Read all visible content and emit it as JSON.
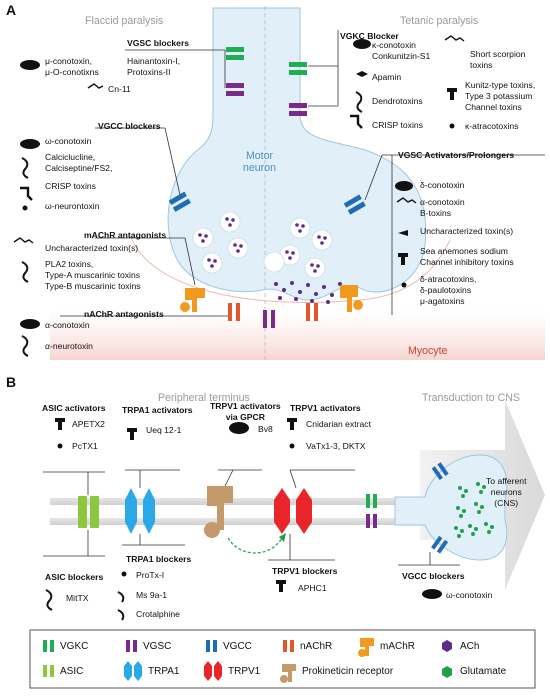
{
  "panel_a": {
    "letter": "A",
    "left_title": "Flaccid paralysis",
    "right_title": "Tetanic paralysis",
    "neuron_label": "Motor\nneuron",
    "myocyte_label": "Myocyte",
    "vgsc_blockers": {
      "title": "VGSC blockers",
      "toxins_left": "μ-conotoxin,\nμ-O-conotixns",
      "toxins_right": "Hainantoxin-I,\nProtoxins-II",
      "scorpion": "Cn-11"
    },
    "vgcc_blockers": {
      "title": "VGCC blockers",
      "items": [
        "ω-conotoxin",
        "Calciclucline,\nCalciseptine/FS2,",
        "CRISP toxins",
        "ω-neurontoxin"
      ]
    },
    "machr_antagonists": {
      "title": "mAChR antagonists",
      "items": [
        "Uncharacterized toxin(s)",
        "PLA2 toxins,\nType-A muscarinic toxins\nType-B muscarinic toxins"
      ]
    },
    "nachr_antagonists": {
      "title": "nAChR antagonists",
      "items": [
        "α-conotoxin",
        "α-neurotoxin"
      ]
    },
    "vgkc_blocker": {
      "title": "VGKC Blocker",
      "items": [
        "κ-conotoxin\nConkunitzin-S1",
        "Apamin",
        "Dendrotoxins",
        "CRISP toxins"
      ],
      "right_items": [
        "Short scorpion\ntoxins",
        "Kunitz-type toxins,\nType 3 potassium\nChannel toxins",
        "κ-atracotoxins"
      ]
    },
    "vgsc_activators": {
      "title": "VGSC Activators/Prolongers",
      "items": [
        "δ-conotoxin",
        "α-conotoxin\nB-toxins",
        "Uncharacterized toxin(s)",
        "Sea anemones sodium\nChannel inhibitory toxins",
        "δ-atracotoxins,\nδ-paulotoxins\nμ-agatoxins"
      ]
    }
  },
  "panel_b": {
    "letter": "B",
    "peripheral_title": "Peripheral terminus",
    "cns_title": "Transduction to CNS",
    "asic_activators": {
      "title": "ASIC activators",
      "items": [
        "APETX2",
        "PcTX1"
      ]
    },
    "trpa1_activators": {
      "title": "TRPA1 activators",
      "items": [
        "Ueq 12-1"
      ]
    },
    "trpv1_gpcr": {
      "title": "TRPV1 activators\nvia GPCR",
      "items": [
        "Bv8"
      ]
    },
    "trpv1_activators": {
      "title": "TRPV1 activators",
      "items": [
        "Cnidarian extract",
        "VaTx1-3, DKTX"
      ]
    },
    "asic_blockers": {
      "title": "ASIC blockers",
      "items": [
        "MitTX"
      ]
    },
    "trpa1_blockers": {
      "title": "TRPA1 blockers",
      "items": [
        "ProTx-I",
        "Ms 9a-1",
        "Crotalphine"
      ]
    },
    "trpv1_blockers": {
      "title": "TRPV1 blockers",
      "items": [
        "APHC1"
      ]
    },
    "vgcc_blockers": {
      "title": "VGCC blockers",
      "items": [
        "ω-conotoxin"
      ]
    },
    "afferent": "To afferent\nneurons\n(CNS)"
  },
  "legend": {
    "items": [
      {
        "label": "VGKC",
        "color": "#1fae54"
      },
      {
        "label": "VGSC",
        "color": "#7a2a8c"
      },
      {
        "label": "VGCC",
        "color": "#1f6bb5"
      },
      {
        "label": "nAChR",
        "color": "#e2582a"
      },
      {
        "label": "mAChR",
        "color": "#f29a1f"
      },
      {
        "label": "ACh",
        "color": "#5b2d8a"
      },
      {
        "label": "ASIC",
        "color": "#8dc63f"
      },
      {
        "label": "TRPA1",
        "color": "#2ba8e8"
      },
      {
        "label": "TRPV1",
        "color": "#e8262a"
      },
      {
        "label": "Prokineticin receptor",
        "color": "#c59a6a"
      },
      {
        "label": "Glutamate",
        "color": "#1ea04c"
      }
    ]
  }
}
